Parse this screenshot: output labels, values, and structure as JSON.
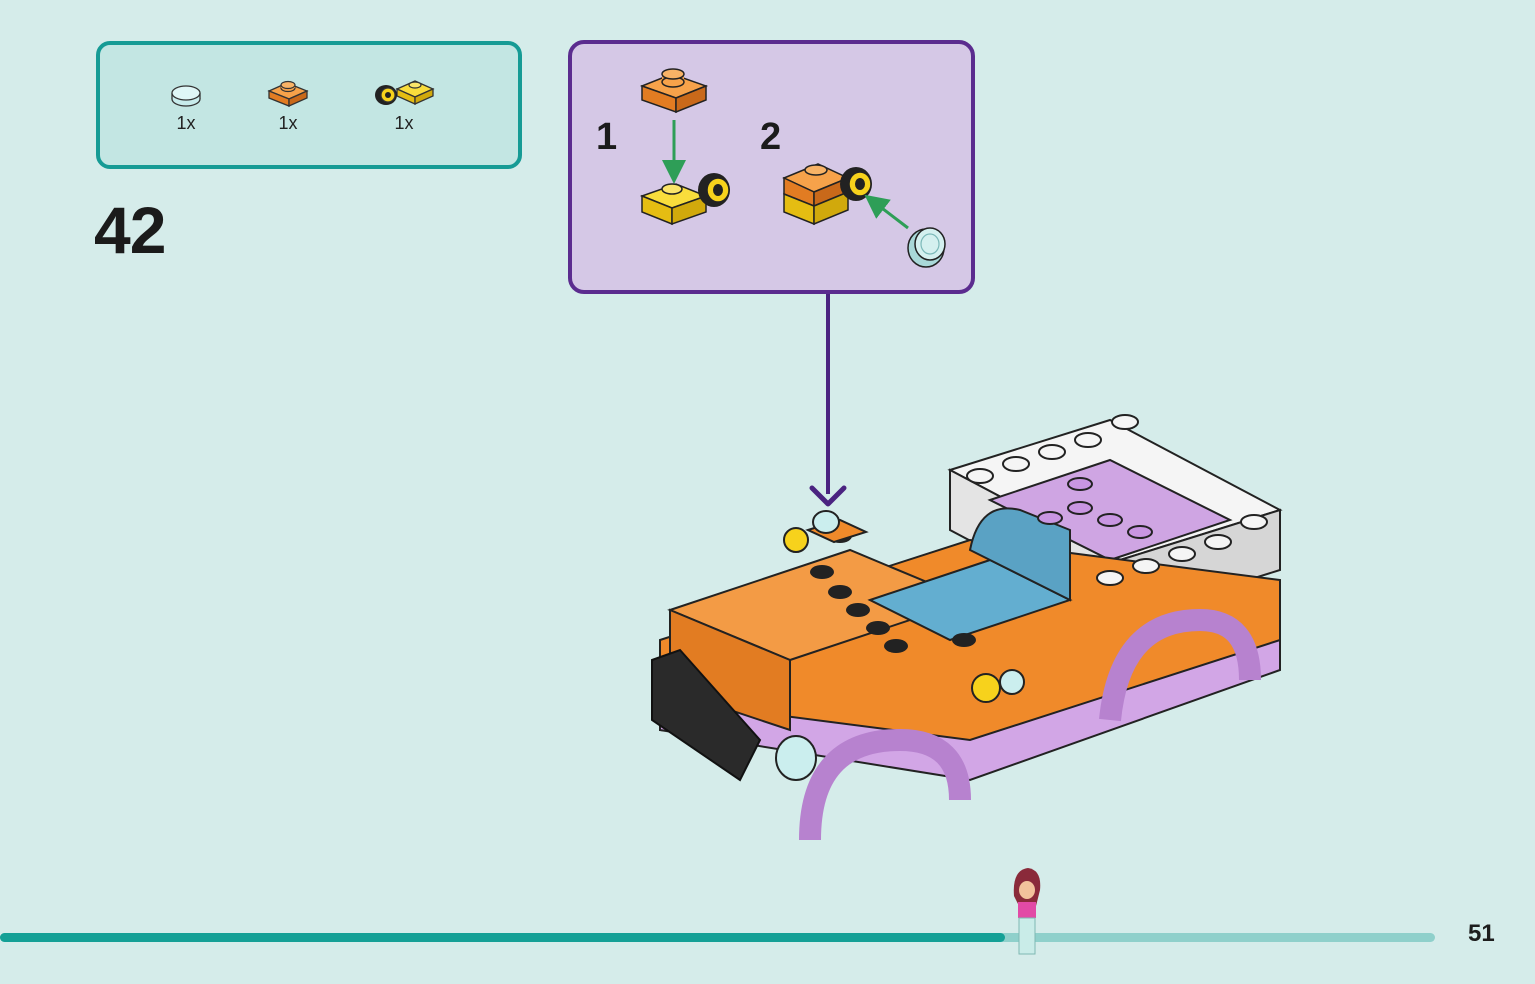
{
  "parts_list": {
    "items": [
      {
        "icon": "trans-light-blue-round-tile-icon",
        "quantity": "1x"
      },
      {
        "icon": "orange-plate-1x1-icon",
        "quantity": "1x"
      },
      {
        "icon": "yellow-wheel-holder-plate-icon",
        "quantity": "1x"
      }
    ]
  },
  "step": {
    "number": "42"
  },
  "sub_steps": [
    {
      "number": "1"
    },
    {
      "number": "2"
    }
  ],
  "footer": {
    "page_number": "51",
    "progress_fraction": 0.7
  },
  "colors": {
    "background": "#d5ecea",
    "parts_border": "#169b95",
    "sub_box_bg": "#d5c8e6",
    "sub_box_border": "#5b2c8f",
    "progress_fill": "#14a096",
    "progress_track": "#8fd0cb",
    "lego_orange": "#f08a2a",
    "lego_yellow": "#f7d21c",
    "lego_purple": "#d2a6e6",
    "lego_blue": "#63aed0"
  }
}
